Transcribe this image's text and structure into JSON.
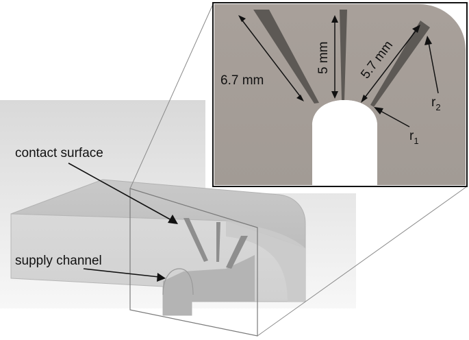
{
  "labels": {
    "contact_surface": "contact surface",
    "supply_channel": "supply channel"
  },
  "dimensions": {
    "left_slot": "6.7 mm",
    "center_slot": "5 mm",
    "right_slot": "5.7 mm"
  },
  "radii": {
    "r1": {
      "base": "r",
      "sub": "1"
    },
    "r2": {
      "base": "r",
      "sub": "2"
    }
  },
  "colors": {
    "part_face": "#a59d96",
    "slot": "#5d5955",
    "inset_border": "#111111",
    "block_light": "#d6d6d6",
    "block_mid": "#c4c4c4",
    "background_box": "#e4e4e4"
  }
}
